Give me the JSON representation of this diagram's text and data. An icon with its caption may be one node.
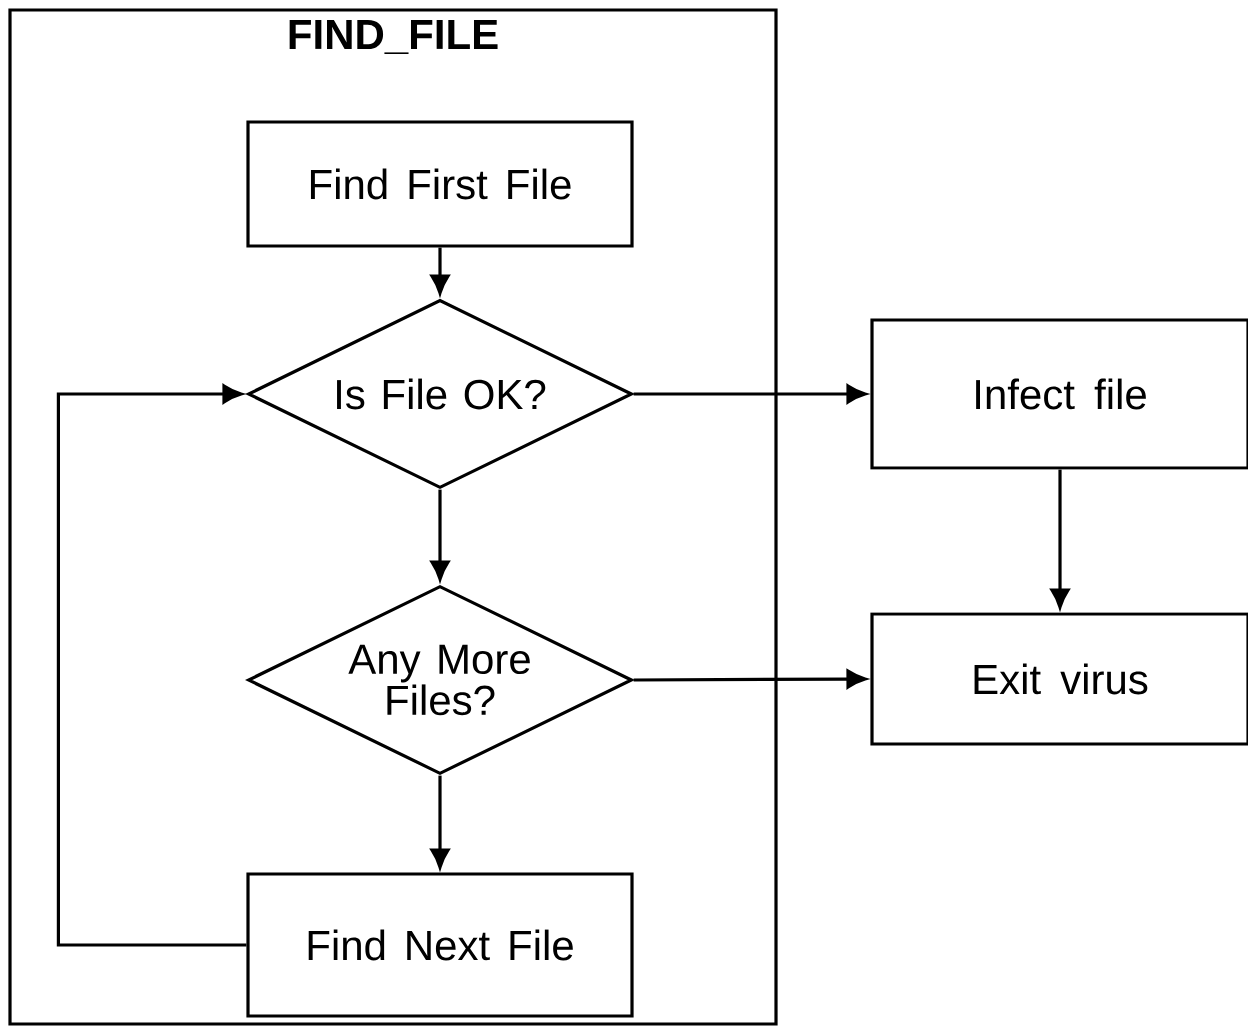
{
  "diagram": {
    "nodes": [
      {
        "text": [
          "FIND_FILE"
        ]
      },
      {
        "text": [
          "Find First File"
        ],
        "in": 0
      },
      {
        "text": [
          "Is File OK?"
        ],
        "in": 0
      },
      {
        "text": [
          "Any More Files?"
        ],
        "in": 0
      },
      {
        "text": [
          "Find Next File"
        ],
        "in": 0
      },
      {
        "text": [
          "Infect file"
        ]
      },
      {
        "text": [
          "Exit virus"
        ]
      }
    ],
    "edges": [
      {
        "from": 1,
        "to": 2,
        "arrow": "to"
      },
      {
        "from": 2,
        "to": 3,
        "arrow": "to"
      },
      {
        "from": 3,
        "to": 4,
        "arrow": "to"
      },
      {
        "from": 4,
        "to": 2,
        "arrow": "to"
      },
      {
        "from": 2,
        "to": 5,
        "arrow": "to"
      },
      {
        "from": 5,
        "to": 6,
        "arrow": "to"
      },
      {
        "from": 3,
        "to": 6,
        "arrow": "to"
      }
    ]
  }
}
